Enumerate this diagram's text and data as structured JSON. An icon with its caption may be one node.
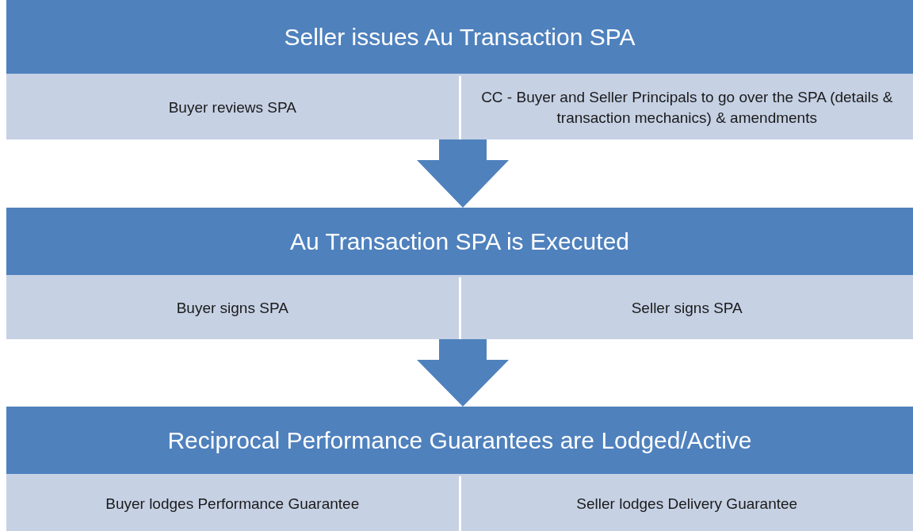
{
  "diagram": {
    "nodes": [
      {
        "text": [
          "Seller issues Au Transaction SPA"
        ]
      },
      {
        "text": [
          "Buyer reviews SPA"
        ],
        "in": 0
      },
      {
        "text": [
          "CC - Buyer and Seller Principals to go over the SPA (details & transaction mechanics) & amendments"
        ],
        "in": 0
      },
      {
        "text": [
          "Au Transaction SPA is Executed"
        ]
      },
      {
        "text": [
          "Buyer signs SPA"
        ],
        "in": 3
      },
      {
        "text": [
          "Seller signs SPA"
        ],
        "in": 3
      },
      {
        "text": [
          "Reciprocal Performance Guarantees are Lodged/Active"
        ]
      },
      {
        "text": [
          "Buyer lodges Performance Guarantee"
        ],
        "in": 6
      },
      {
        "text": [
          "Seller lodges Delivery Guarantee"
        ],
        "in": 6
      }
    ],
    "edges": [
      {
        "from": 0,
        "to": 3,
        "arrow": "to"
      },
      {
        "from": 3,
        "to": 6,
        "arrow": "to"
      }
    ]
  }
}
